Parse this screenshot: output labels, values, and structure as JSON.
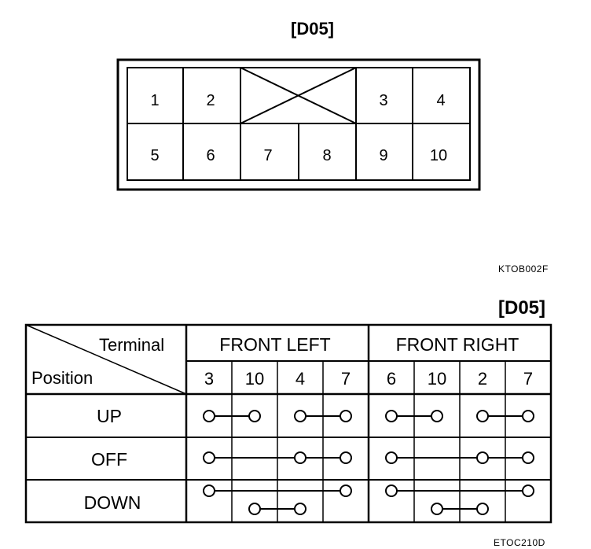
{
  "connector": {
    "title": "[D05]",
    "top_row": [
      "1",
      "2",
      "3",
      "4"
    ],
    "bottom_row": [
      "5",
      "6",
      "7",
      "8",
      "9",
      "10"
    ],
    "code": "KTOB002F"
  },
  "table": {
    "title": "[D05]",
    "header_terminal": "Terminal",
    "header_position": "Position",
    "group_left": "FRONT LEFT",
    "group_right": "FRONT RIGHT",
    "left_terminals": [
      "3",
      "10",
      "4",
      "7"
    ],
    "right_terminals": [
      "6",
      "10",
      "2",
      "7"
    ],
    "rows": [
      "UP",
      "OFF",
      "DOWN"
    ],
    "code": "ETOC210D"
  }
}
